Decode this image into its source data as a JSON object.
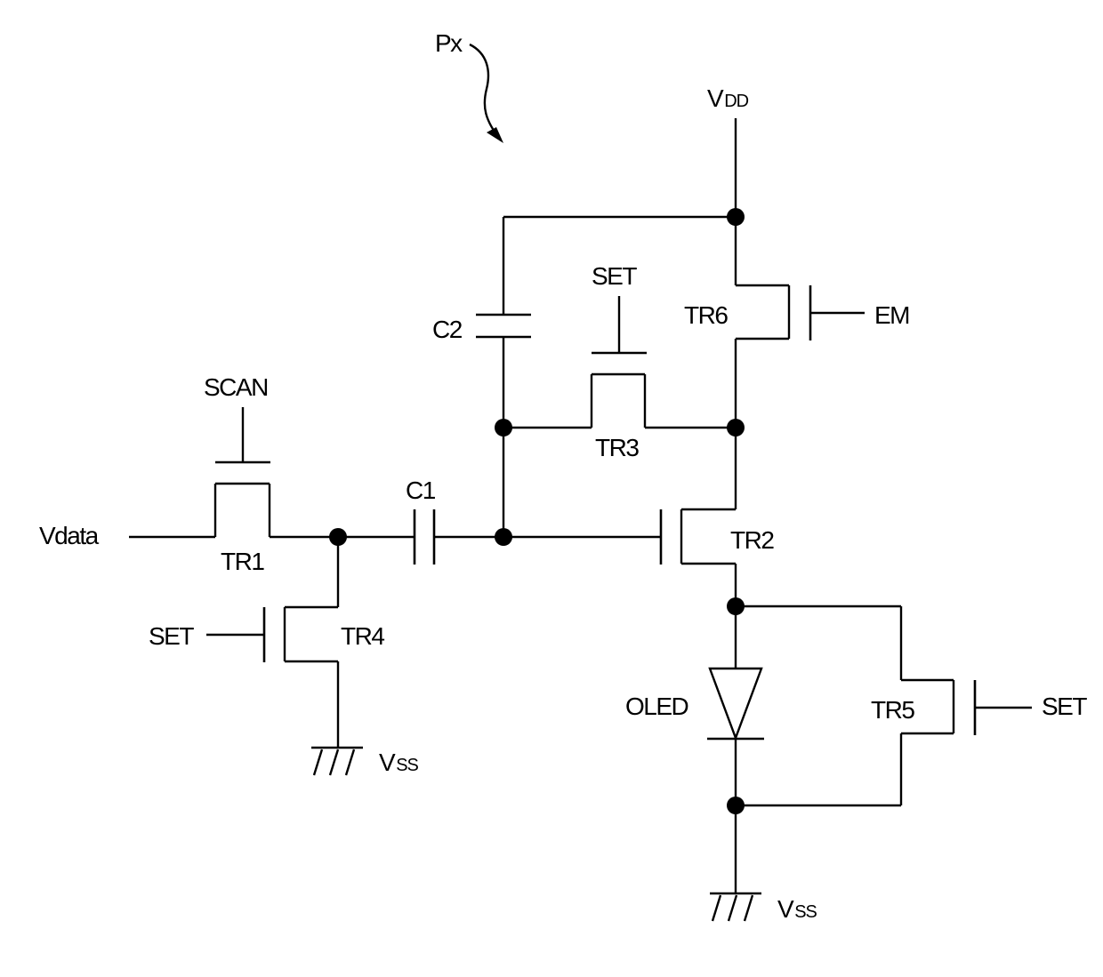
{
  "labels": {
    "px": "Px",
    "vdd_main": "V",
    "vdd_sub": "DD",
    "scan": "SCAN",
    "vdata": "Vdata",
    "set_tr4": "SET",
    "set_tr3": "SET",
    "set_tr5": "SET",
    "em": "EM",
    "tr1": "TR1",
    "tr2": "TR2",
    "tr3": "TR3",
    "tr4": "TR4",
    "tr5": "TR5",
    "tr6": "TR6",
    "c1": "C1",
    "c2": "C2",
    "oled": "OLED",
    "vss1_main": "V",
    "vss1_sub": "SS",
    "vss2_main": "V",
    "vss2_sub": "SS"
  }
}
